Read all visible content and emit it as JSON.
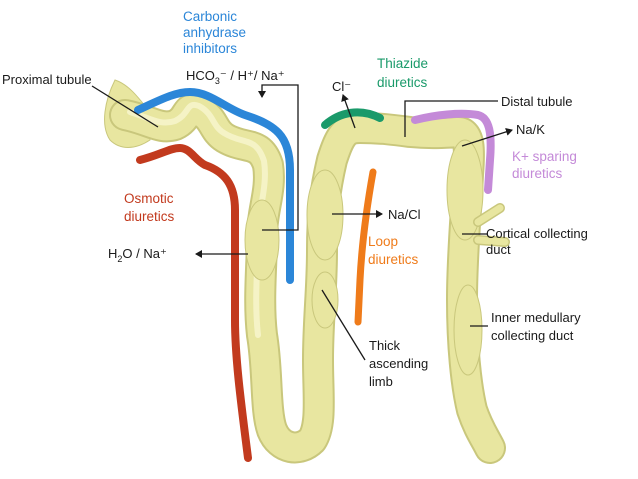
{
  "labels": {
    "proximal_tubule": "Proximal tubule",
    "carbonic_line1": "Carbonic",
    "carbonic_line2": "anhydrase",
    "carbonic_line3": "inhibitors",
    "hco3": "HCO",
    "hco3_sub": "3",
    "hco3_rest": "⁻ / H⁺/ Na⁺",
    "cl": "Cl⁻",
    "thiazide_line1": "Thiazide",
    "thiazide_line2": "diuretics",
    "distal_tubule": "Distal tubule",
    "na_k": "Na/K",
    "ksparing_line1": "K+ sparing",
    "ksparing_line2": "diuretics",
    "osmotic_line1": "Osmotic",
    "osmotic_line2": "diuretics",
    "na_cl": "Na/Cl",
    "h2o_pre": "H",
    "h2o_sub": "2",
    "h2o_rest": "O / Na⁺",
    "loop_line1": "Loop",
    "loop_line2": "diuretics",
    "cortical_line1": "Cortical collecting",
    "cortical_line2": "duct",
    "inner_line1": "Inner medullary",
    "inner_line2": "collecting duct",
    "thick_line1": "Thick",
    "thick_line2": "ascending",
    "thick_line3": "limb"
  },
  "colors": {
    "carbonic": "#2b86d8",
    "thiazide": "#1a9a6a",
    "osmotic": "#c23a1e",
    "loop": "#ef7b1a",
    "ksparing": "#c48ad8",
    "tubule": "#e8e6a0"
  }
}
